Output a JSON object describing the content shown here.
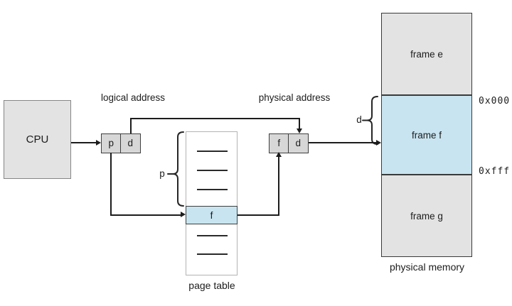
{
  "diagram": {
    "labels": {
      "logical_address": "logical address",
      "physical_address": "physical address",
      "page_table": "page table",
      "physical_memory": "physical memory"
    },
    "cpu": {
      "label": "CPU"
    },
    "logical_address_box": {
      "page_field": "p",
      "offset_field": "d"
    },
    "physical_address_box": {
      "frame_field": "f",
      "offset_field": "d"
    },
    "page_table": {
      "highlighted_entry": "f",
      "empty_rows_above": 3,
      "empty_rows_below": 2
    },
    "braces": {
      "page_number_label": "p",
      "offset_label": "d"
    },
    "memory": {
      "frames": [
        {
          "name": "frame e"
        },
        {
          "name": "frame f"
        },
        {
          "name": "frame g"
        }
      ],
      "frame_start_address": "0x000",
      "frame_end_address": "0xfff"
    },
    "colors": {
      "box_gray": "#e3e3e3",
      "cell_gray": "#d7d7d7",
      "highlight_blue": "#c8e4f0",
      "line": "#1c1c1c"
    }
  }
}
